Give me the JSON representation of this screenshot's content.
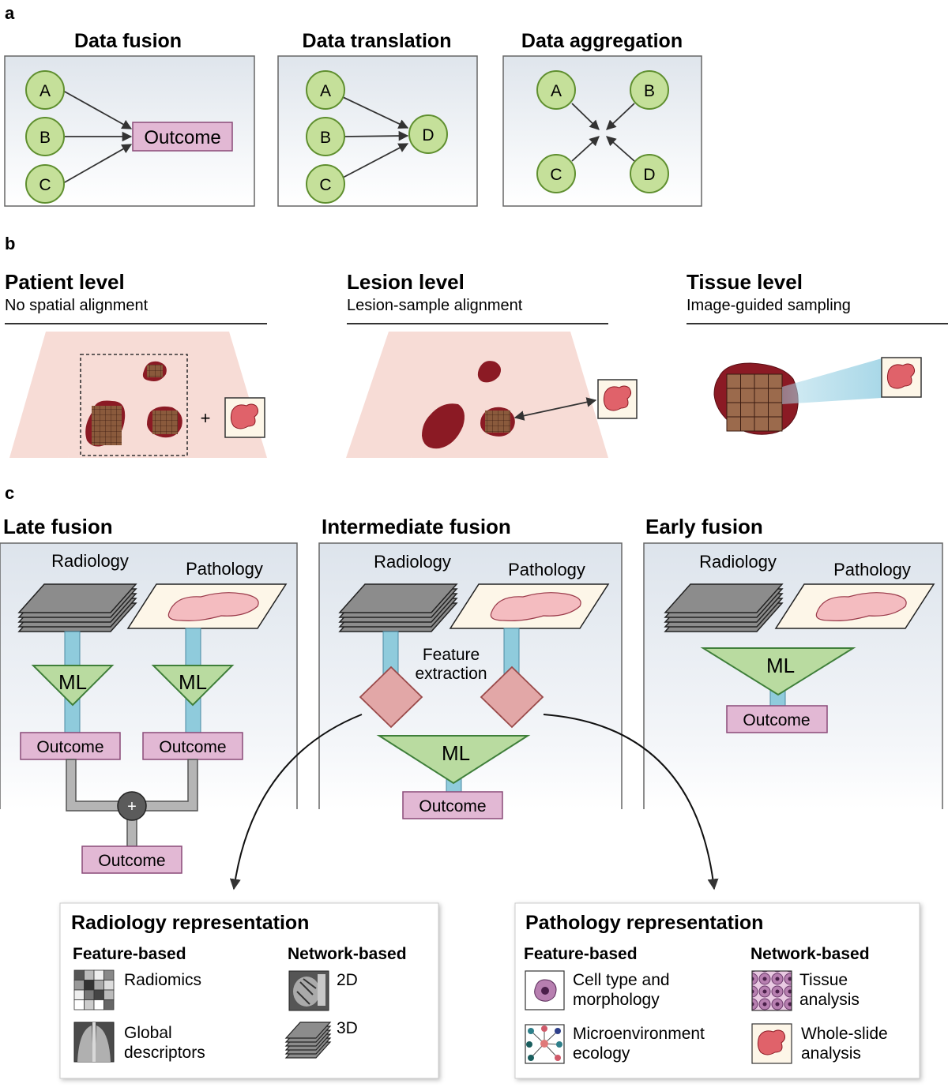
{
  "panel_letters": {
    "a": "a",
    "b": "b",
    "c": "c"
  },
  "a": {
    "fusion": {
      "title": "Data fusion",
      "nodes": [
        "A",
        "B",
        "C"
      ],
      "outcome": "Outcome"
    },
    "translation": {
      "title": "Data translation",
      "nodes": [
        "A",
        "B",
        "C"
      ],
      "target": "D"
    },
    "aggregation": {
      "title": "Data aggregation",
      "nodes": [
        "A",
        "B",
        "C",
        "D"
      ]
    }
  },
  "b": {
    "patient": {
      "title": "Patient level",
      "subtitle": "No spatial alignment",
      "plus": "+"
    },
    "lesion": {
      "title": "Lesion level",
      "subtitle": "Lesion-sample alignment"
    },
    "tissue": {
      "title": "Tissue level",
      "subtitle": "Image-guided sampling"
    }
  },
  "c": {
    "late": {
      "title": "Late fusion",
      "radiology": "Radiology",
      "pathology": "Pathology",
      "ml": "ML",
      "outcome": "Outcome",
      "plus": "+"
    },
    "intermediate": {
      "title": "Intermediate fusion",
      "radiology": "Radiology",
      "pathology": "Pathology",
      "feature_line1": "Feature",
      "feature_line2": "extraction",
      "ml": "ML",
      "outcome": "Outcome"
    },
    "early": {
      "title": "Early fusion",
      "radiology": "Radiology",
      "pathology": "Pathology",
      "ml": "ML",
      "outcome": "Outcome"
    }
  },
  "radiology_rep": {
    "title": "Radiology representation",
    "feature_header": "Feature-based",
    "network_header": "Network-based",
    "radiomics": "Radiomics",
    "global_line1": "Global",
    "global_line2": "descriptors",
    "d2": "2D",
    "d3": "3D"
  },
  "pathology_rep": {
    "title": "Pathology representation",
    "feature_header": "Feature-based",
    "network_header": "Network-based",
    "cell_line1": "Cell type and",
    "cell_line2": "morphology",
    "micro_line1": "Microenvironment",
    "micro_line2": "ecology",
    "tissue_line1": "Tissue",
    "tissue_line2": "analysis",
    "wsi_line1": "Whole-slide",
    "wsi_line2": "analysis"
  },
  "colors": {
    "node_green": "#c5e09a",
    "node_border": "#5f8f2f",
    "outcome_pink": "#e2b8d4",
    "lesion_red": "#8b1a24",
    "body_pink": "#f7dcd6",
    "ml_green": "#b9dba0",
    "diamond_pink": "#e2a7a7",
    "connector_blue": "#8fcbdc",
    "panel_gray": "#eef1f4"
  }
}
